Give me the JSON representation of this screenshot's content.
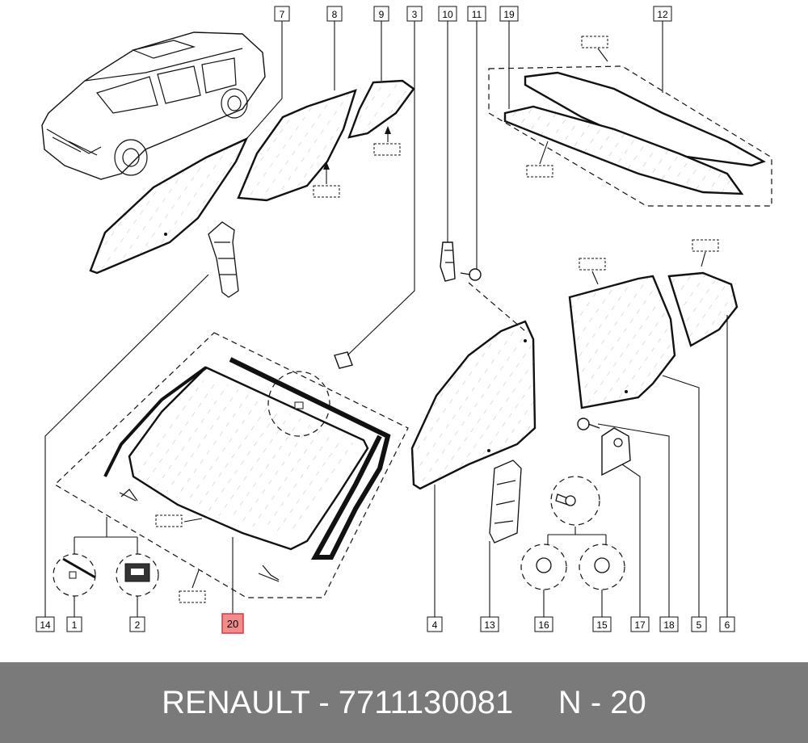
{
  "footer": {
    "brand": "RENAULT",
    "separator": "-",
    "part_number": "7711130081",
    "position": "N - 20"
  },
  "callouts": [
    {
      "label": "7"
    },
    {
      "label": "8"
    },
    {
      "label": "9"
    },
    {
      "label": "3"
    },
    {
      "label": "10"
    },
    {
      "label": "11"
    },
    {
      "label": "19"
    },
    {
      "label": "12"
    },
    {
      "label": "14"
    },
    {
      "label": "1"
    },
    {
      "label": "2"
    },
    {
      "label": "20",
      "highlight": true
    },
    {
      "label": "4"
    },
    {
      "label": "13"
    },
    {
      "label": "16"
    },
    {
      "label": "15"
    },
    {
      "label": "17"
    },
    {
      "label": "18"
    },
    {
      "label": "5"
    },
    {
      "label": "6"
    }
  ],
  "colors": {
    "footer_bg": "#7a7a7a",
    "footer_text": "#ffffff",
    "highlight_fill": "#f28b8b",
    "highlight_stroke": "#d83a3a"
  }
}
